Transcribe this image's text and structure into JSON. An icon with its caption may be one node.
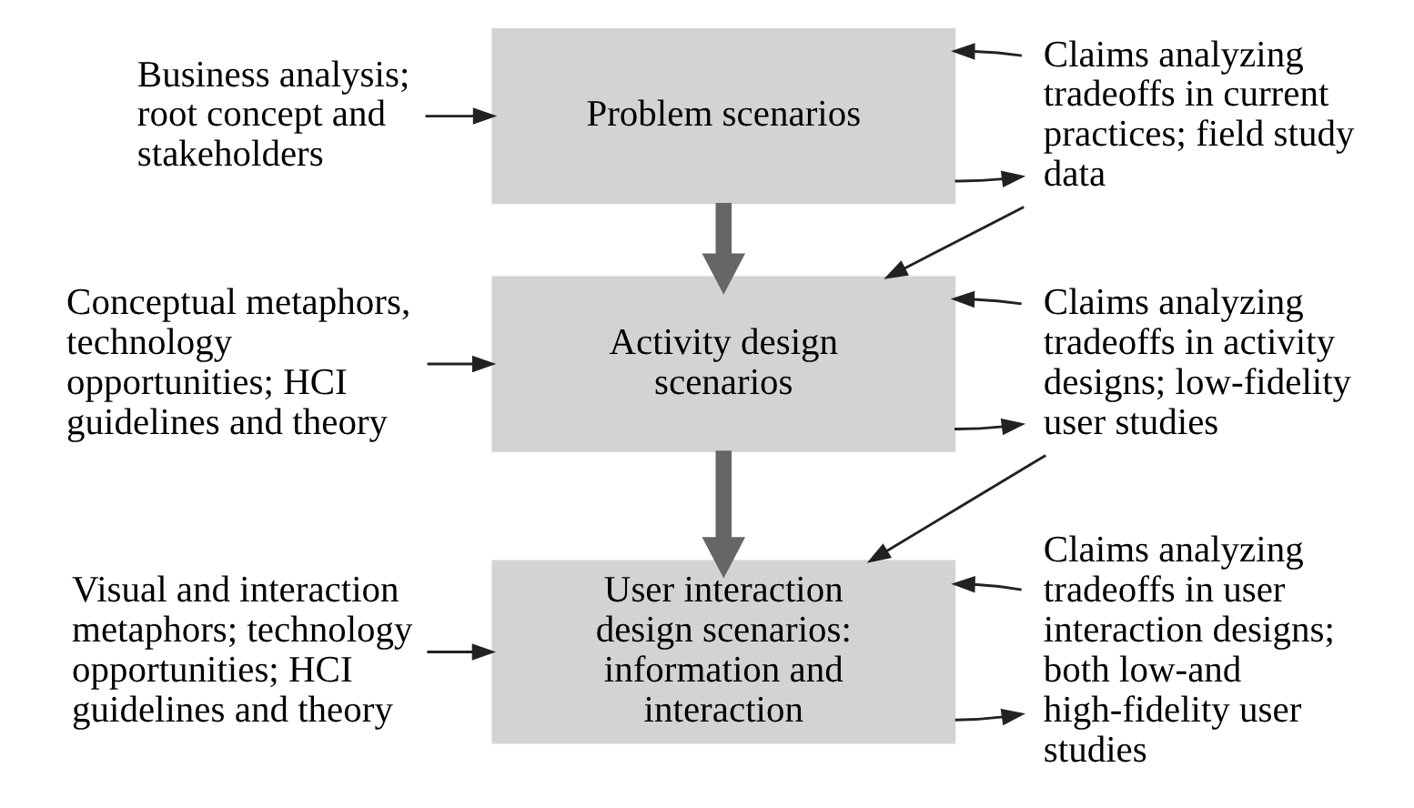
{
  "diagram": {
    "nodes": [
      {
        "text": [
          "Problem scenarios"
        ]
      },
      {
        "text": [
          "Activity design scenarios"
        ]
      },
      {
        "text": [
          "User interaction design scenarios: information and interaction"
        ]
      },
      {
        "text": [
          "Business analysis; root concept and stakeholders"
        ]
      },
      {
        "text": [
          "Claims analyzing tradeoffs in current practices; field study data"
        ]
      },
      {
        "text": [
          "Conceptual metaphors, technology opportunities; HCI guidelines and theory"
        ]
      },
      {
        "text": [
          "Claims analyzing tradeoffs in activity designs; low-fidelity user studies"
        ]
      },
      {
        "text": [
          "Visual and interaction metaphors; technology opportunities; HCI guidelines and theory"
        ]
      },
      {
        "text": [
          "Claims analyzing tradeoffs in user interaction designs; both low-and high-fidelity user studies"
        ]
      }
    ],
    "edges": [
      {
        "from": 3,
        "to": 0,
        "arrow": "to"
      },
      {
        "from": 0,
        "to": 4,
        "arrow": "to"
      },
      {
        "from": 4,
        "to": 0,
        "arrow": "to"
      },
      {
        "from": 0,
        "to": 1,
        "arrow": "to",
        "style": "thick",
        "color": "#666666"
      },
      {
        "from": 5,
        "to": 1,
        "arrow": "to"
      },
      {
        "from": 4,
        "to": 1,
        "arrow": "to"
      },
      {
        "from": 1,
        "to": 6,
        "arrow": "to"
      },
      {
        "from": 6,
        "to": 1,
        "arrow": "to"
      },
      {
        "from": 1,
        "to": 2,
        "arrow": "to",
        "style": "thick",
        "color": "#666666"
      },
      {
        "from": 7,
        "to": 2,
        "arrow": "to"
      },
      {
        "from": 6,
        "to": 2,
        "arrow": "to"
      },
      {
        "from": 2,
        "to": 8,
        "arrow": "to"
      },
      {
        "from": 8,
        "to": 2,
        "arrow": "to"
      }
    ]
  }
}
